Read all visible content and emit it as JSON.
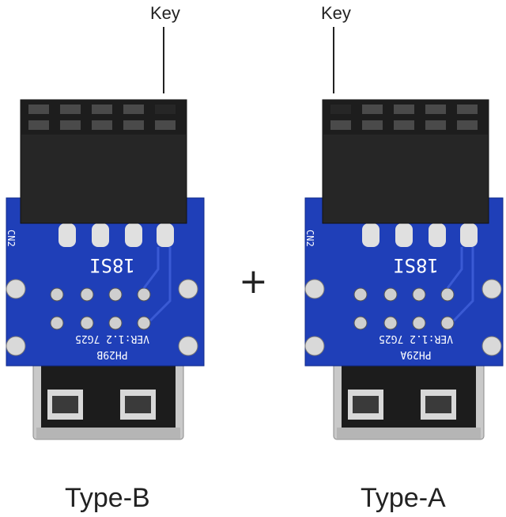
{
  "annotations": {
    "left_key": "Key",
    "right_key": "Key",
    "plus": "+"
  },
  "adapters": [
    {
      "type_label": "Type-B",
      "connector_label": "CN2",
      "board_marking": "18SI",
      "model": "PH29B",
      "version": "VER:1.2  7G25"
    },
    {
      "type_label": "Type-A",
      "connector_label": "CN2",
      "board_marking": "18SI",
      "model": "PH29A",
      "version": "VER:1.2  7G25"
    }
  ],
  "colors": {
    "pcb_blue": "#1f3fb8",
    "header_black": "#262626",
    "metal": "#c8c8c8"
  }
}
